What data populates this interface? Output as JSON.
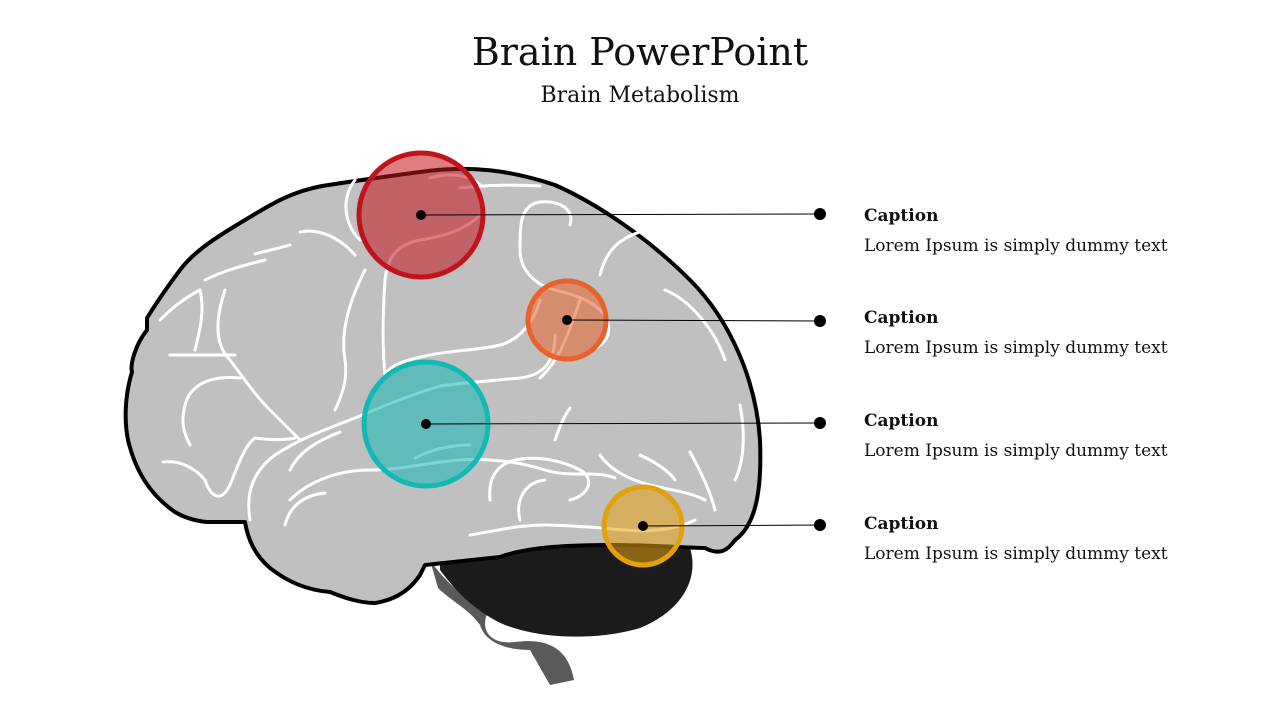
{
  "slide": {
    "title": "Brain PowerPoint",
    "subtitle": "Brain Metabolism"
  },
  "colors": {
    "cortex_fill": "#c0c0c0",
    "outline": "#000000",
    "cerebellum": "#1b1b1b",
    "brainstem": "#5a5a5a",
    "gyri": "#ffffff"
  },
  "markers": [
    {
      "name": "red",
      "color": "#c0141c"
    },
    {
      "name": "orange",
      "color": "#e8602a"
    },
    {
      "name": "teal",
      "color": "#12b8b3"
    },
    {
      "name": "gold",
      "color": "#e3a00e"
    }
  ],
  "captions": [
    {
      "title": "Caption",
      "text": "Lorem Ipsum is simply dummy text"
    },
    {
      "title": "Caption",
      "text": "Lorem Ipsum is simply dummy text"
    },
    {
      "title": "Caption",
      "text": "Lorem Ipsum is simply dummy text"
    },
    {
      "title": "Caption",
      "text": "Lorem Ipsum is simply dummy text"
    }
  ]
}
